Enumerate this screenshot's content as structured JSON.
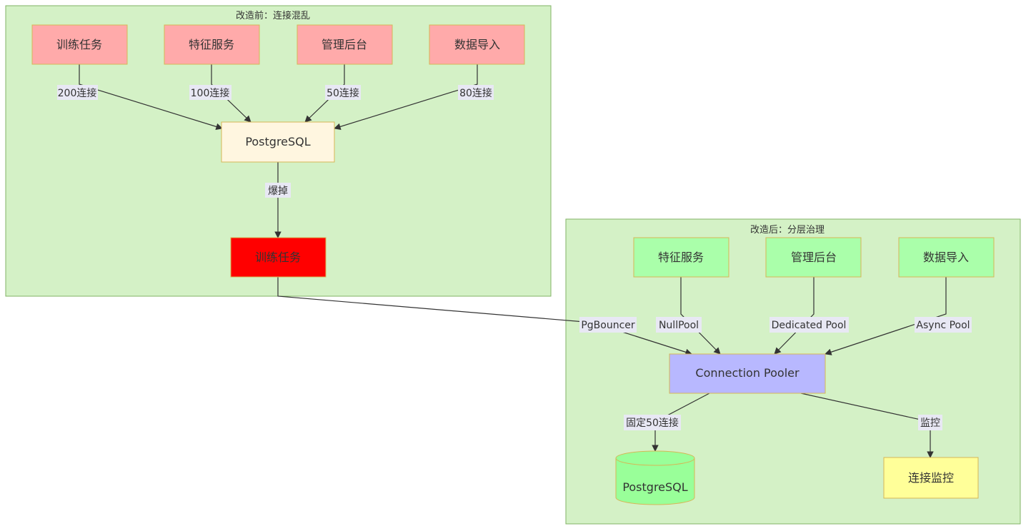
{
  "clusters": {
    "before": {
      "title": "改造前：连接混乱"
    },
    "after": {
      "title": "改造后：分层治理"
    }
  },
  "nodes": {
    "train_before": "训练任务",
    "feature_before": "特征服务",
    "admin_before": "管理后台",
    "import_before": "数据导入",
    "pg_before": "PostgreSQL",
    "train_bad": "训练任务",
    "feature_after": "特征服务",
    "admin_after": "管理后台",
    "import_after": "数据导入",
    "pooler": "Connection Pooler",
    "pg_after": "PostgreSQL",
    "monitor": "连接监控"
  },
  "edges": {
    "e200": "200连接",
    "e100": "100连接",
    "e50": "50连接",
    "e80": "80连接",
    "boom": "爆掉",
    "pgbouncer": "PgBouncer",
    "nullpool": "NullPool",
    "dedicated": "Dedicated Pool",
    "async": "Async Pool",
    "fixed50": "固定50连接",
    "watch": "监控"
  },
  "colors": {
    "cluster_fill": "#d4f1c6",
    "cluster_stroke": "#82b366",
    "pink_node": "#ffaaaa",
    "red_node": "#ff0000",
    "cream_node": "#fff6e0",
    "green_node": "#aaffaa",
    "purple_node": "#b8b8ff",
    "db_node": "#99ff99",
    "yellow_node": "#ffff99",
    "node_stroke": "#d6b656",
    "edge": "#333333",
    "edge_label_bg": "#e8e8f4"
  }
}
